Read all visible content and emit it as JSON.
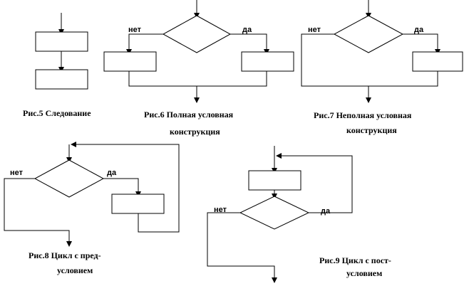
{
  "labels": {
    "no": "нет",
    "yes": "да"
  },
  "captions": {
    "fig5": "Рис.5 Следование",
    "fig6_line1": "Рис.6 Полная условная",
    "fig6_line2": "конструкция",
    "fig7_line1": "Рис.7 Неполная условная",
    "fig7_line2": "конструкция",
    "fig8_line1": "Рис.8 Цикл с пред-",
    "fig8_line2": "условием",
    "fig9_line1": "Рис.9 Цикл с пост-",
    "fig9_line2": "условием"
  }
}
